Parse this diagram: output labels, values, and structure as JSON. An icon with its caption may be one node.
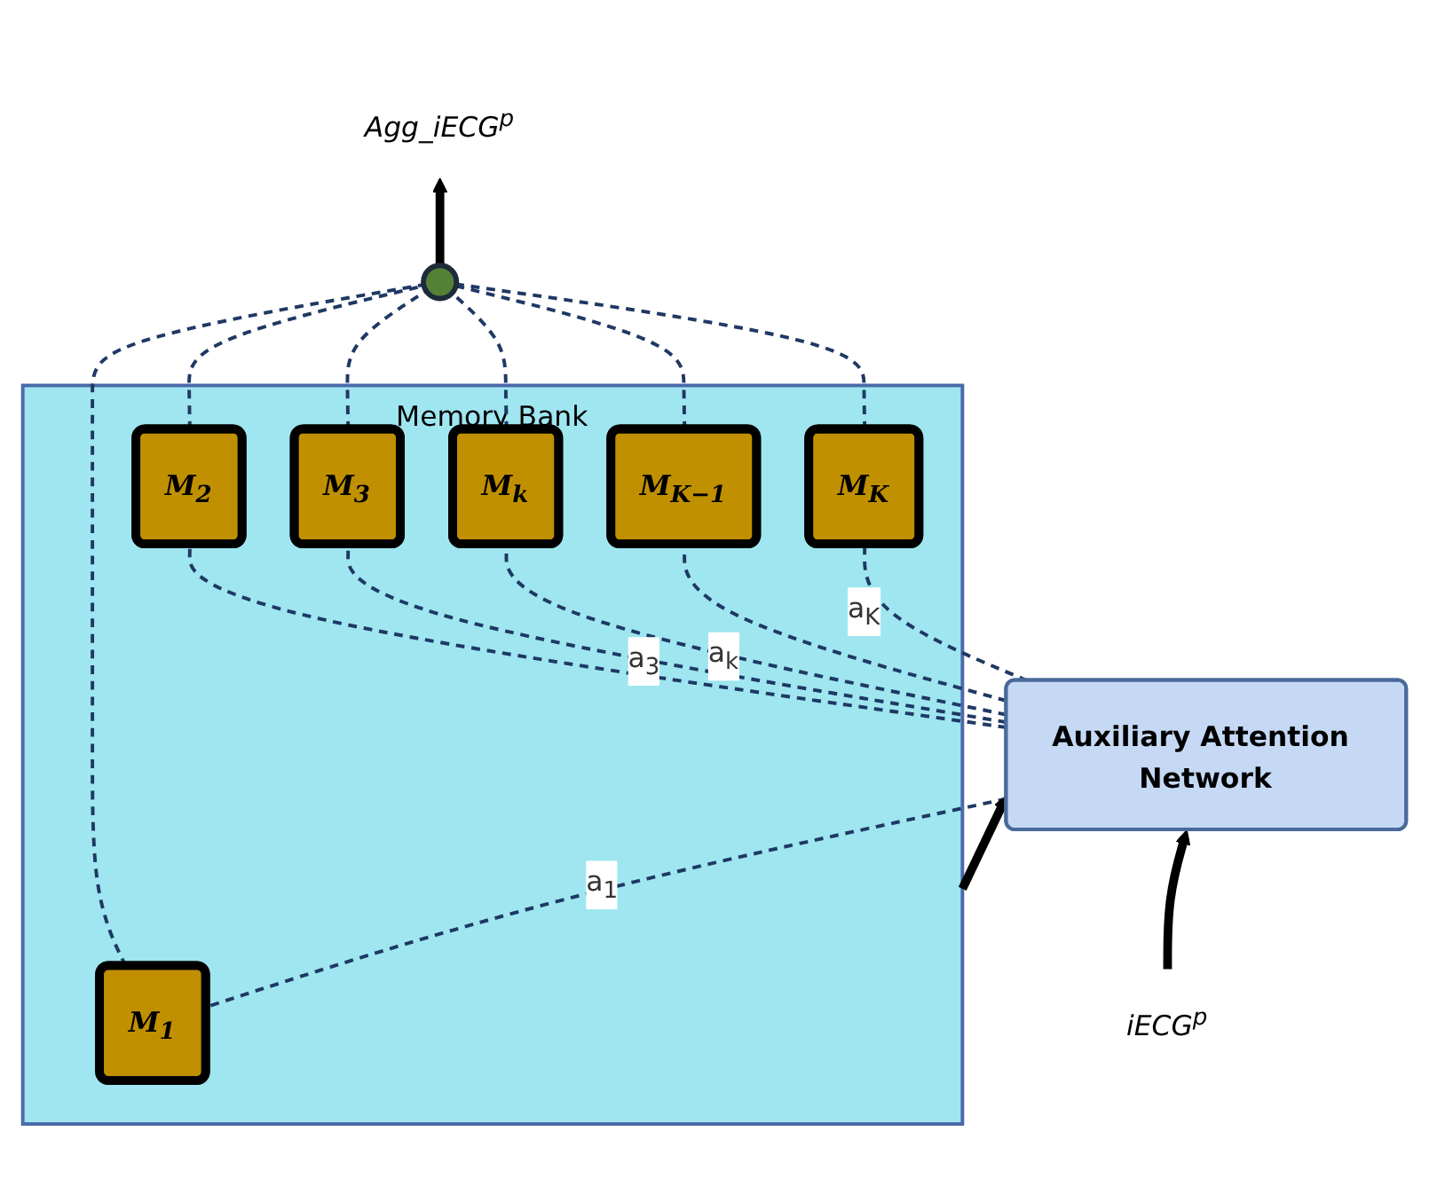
{
  "diagram": {
    "nodes": [
      {
        "text": [
          "Agg_iECG$^{p}$"
        ]
      },
      {
        "text": [],
        "shape": "circle"
      },
      {
        "text": [
          "Memory Bank"
        ]
      },
      {
        "text": [
          "M$_{1}$"
        ],
        "in": 2
      },
      {
        "text": [
          "M$_{2}$"
        ],
        "in": 2
      },
      {
        "text": [
          "M$_{3}$"
        ],
        "in": 2
      },
      {
        "text": [
          "M$_{k}$"
        ],
        "in": 2
      },
      {
        "text": [
          "M$_{K−1}$"
        ],
        "in": 2
      },
      {
        "text": [
          "M$_{K}$"
        ],
        "in": 2
      },
      {
        "text": [
          "Auxiliary Attention Network"
        ]
      },
      {
        "text": [
          "iECG$^{p}$"
        ]
      }
    ],
    "edges": [
      {
        "from": 10,
        "to": 9,
        "arrow": "to",
        "style": "thick",
        "color": "#000000"
      },
      {
        "from": 9,
        "to": 3,
        "arrow": "none",
        "style": "dashed",
        "label": "a$_{1}$"
      },
      {
        "from": 9,
        "to": 4,
        "arrow": "none",
        "style": "dashed"
      },
      {
        "from": 9,
        "to": 5,
        "arrow": "none",
        "style": "dashed",
        "label": "a$_{3}$"
      },
      {
        "from": 9,
        "to": 6,
        "arrow": "none",
        "style": "dashed",
        "label": "a$_{k}$"
      },
      {
        "from": 9,
        "to": 7,
        "arrow": "none",
        "style": "dashed"
      },
      {
        "from": 9,
        "to": 8,
        "arrow": "none",
        "style": "dashed",
        "label": "a$_{K}$"
      },
      {
        "from": 3,
        "to": 1,
        "arrow": "none",
        "style": "dashed"
      },
      {
        "from": 4,
        "to": 1,
        "arrow": "none",
        "style": "dashed"
      },
      {
        "from": 5,
        "to": 1,
        "arrow": "none",
        "style": "dashed"
      },
      {
        "from": 6,
        "to": 1,
        "arrow": "none",
        "style": "dashed"
      },
      {
        "from": 7,
        "to": 1,
        "arrow": "none",
        "style": "dashed"
      },
      {
        "from": 8,
        "to": 1,
        "arrow": "none",
        "style": "dashed"
      },
      {
        "from": 1,
        "to": 0,
        "arrow": "to",
        "style": "thick",
        "color": "#000000"
      },
      {
        "from": 2,
        "to": 9,
        "arrow": "to",
        "style": "thick",
        "color": "#000000"
      }
    ]
  }
}
